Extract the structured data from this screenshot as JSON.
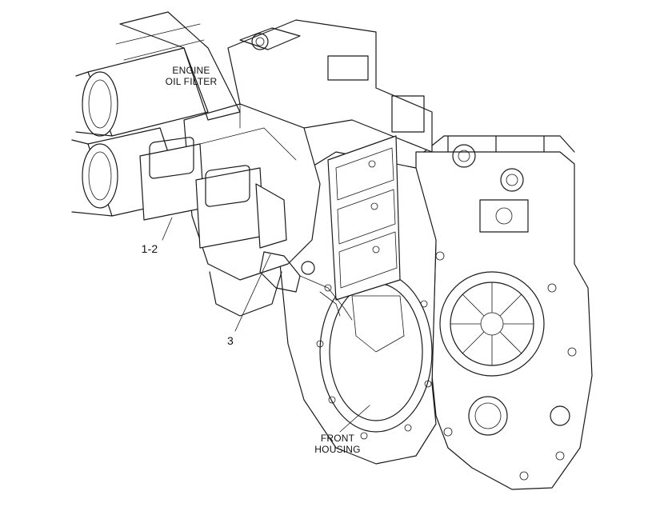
{
  "labels": {
    "engine_oil_filter_line1": "ENGINE",
    "engine_oil_filter_line2": "OIL FILTER",
    "front_housing_line1": "FRONT",
    "front_housing_line2": "HOUSING",
    "callout_1_2": "1-2",
    "callout_3": "3"
  }
}
